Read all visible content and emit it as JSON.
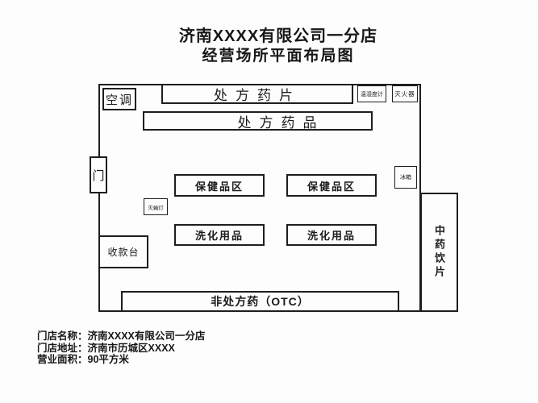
{
  "title": {
    "line1": "济南XXXX有限公司一分店",
    "line2": "经营场所平面布局图"
  },
  "plan": {
    "air_conditioner": "空调",
    "rx_tablets_shelf": "处方药片",
    "hygrometer": "温湿度计",
    "fire_extinguisher": "灭火器",
    "rx_drugs_shelf": "处方药品",
    "door": "门",
    "health_area_left": "保健品区",
    "health_area_right": "保健品区",
    "fridge": "冰箱",
    "fly_killer_lamp": "灭蝇灯",
    "toiletries_left": "洗化用品",
    "toiletries_right": "洗化用品",
    "cashier": "收款台",
    "otc_shelf": "非处方药（OTC）",
    "tcm_decoction_pieces": "中药饮片"
  },
  "footer": {
    "name_label": "门店名称：",
    "name_value": "济南XXXX有限公司一分店",
    "address_label": "门店地址：",
    "address_value": "济南市历城区XXXX",
    "area_label": "营业面积：",
    "area_value": "90平方米"
  },
  "colors": {
    "line": "#1e1e1e",
    "page_background": "#fdfdfd"
  }
}
